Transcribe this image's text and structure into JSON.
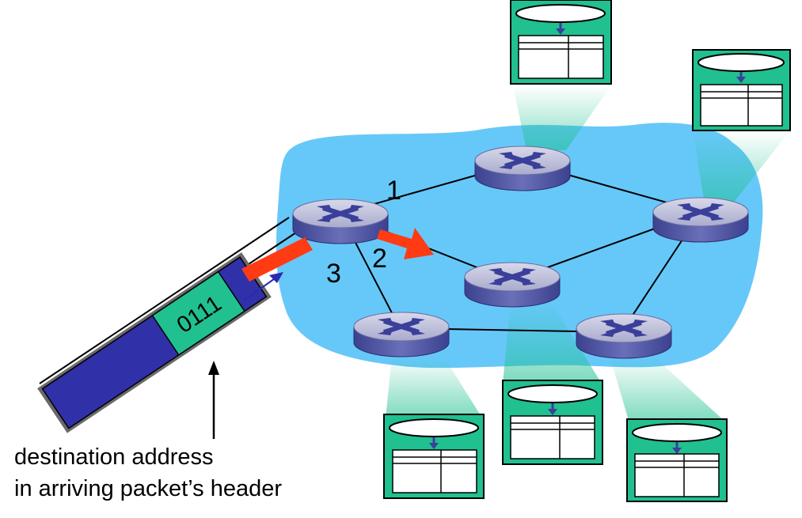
{
  "packet": {
    "address": "0111"
  },
  "ports": {
    "port1": "1",
    "port2": "2",
    "port3": "3"
  },
  "caption": {
    "line1": "destination address",
    "line2": "in arriving packet’s header"
  },
  "colors": {
    "network_cloud": "#66c8f8",
    "router_top": "#b8b9d6",
    "router_side": "#4a4f9c",
    "router_cross": "#3a3f9a",
    "table_box": "#20c090",
    "packet_body": "#3030a8",
    "packet_header": "#20c090",
    "forward_arrow": "#ff3b14"
  }
}
